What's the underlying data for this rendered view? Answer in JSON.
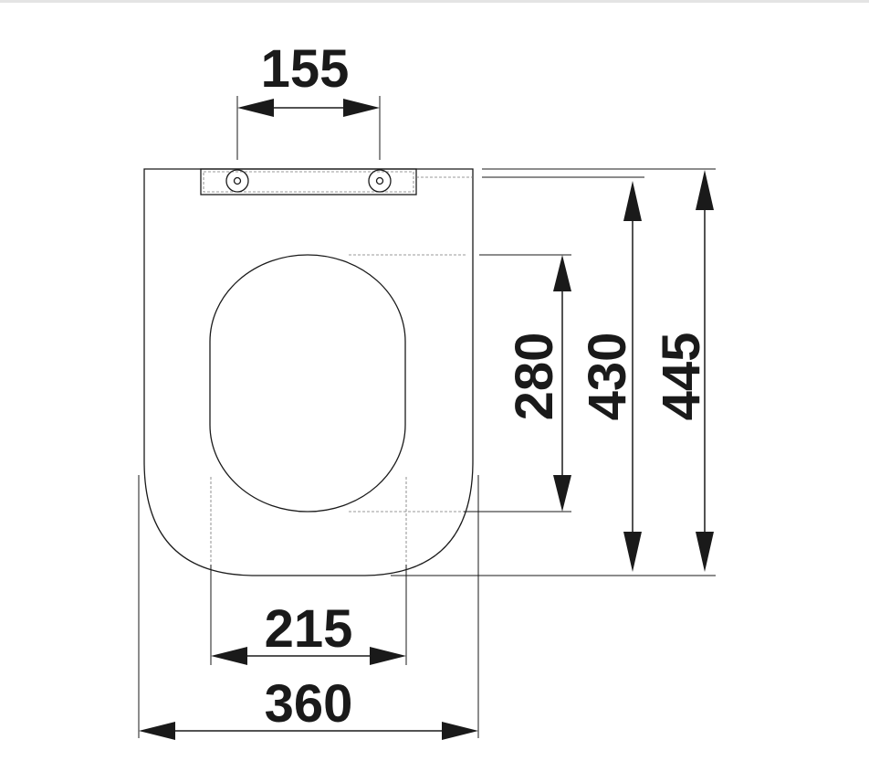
{
  "drawing": {
    "colors": {
      "line": "#1a1a1a",
      "hidden_line": "#777777",
      "background": "#ffffff"
    },
    "dimensions": {
      "hinge_spacing": "155",
      "inner_width": "215",
      "outer_width": "360",
      "inner_length": "280",
      "seat_length": "430",
      "overall_length": "445"
    }
  }
}
